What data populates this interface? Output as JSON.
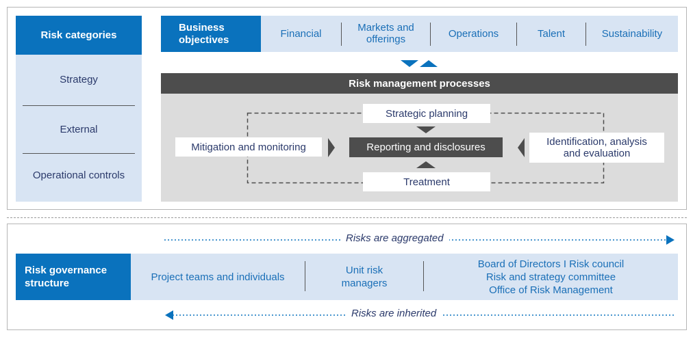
{
  "risk_categories": {
    "title": "Risk categories",
    "items": [
      "Strategy",
      "External",
      "Operational controls"
    ]
  },
  "business_objectives": {
    "title_line1": "Business",
    "title_line2": "objectives",
    "items": [
      {
        "line1": "Financial",
        "line2": ""
      },
      {
        "line1": "Markets and",
        "line2": "offerings"
      },
      {
        "line1": "Operations",
        "line2": ""
      },
      {
        "line1": "Talent",
        "line2": ""
      },
      {
        "line1": "Sustainability",
        "line2": ""
      }
    ]
  },
  "processes": {
    "title": "Risk management processes",
    "strategic_planning": "Strategic planning",
    "mitigation": "Mitigation and monitoring",
    "reporting": "Reporting and disclosures",
    "identification_line1": "Identification, analysis",
    "identification_line2": "and evaluation",
    "treatment": "Treatment"
  },
  "governance": {
    "aggregated_label": "Risks are aggregated",
    "inherited_label": "Risks are inherited",
    "title_line1": "Risk governance",
    "title_line2": "structure",
    "project_teams": "Project teams and individuals",
    "unit_line1": "Unit risk",
    "unit_line2": "managers",
    "board_line1": "Board of Directors I Risk council",
    "board_line2": "Risk and strategy committee",
    "board_line3": "Office of Risk Management"
  },
  "colors": {
    "brand_blue": "#0a72bd",
    "pale_blue": "#d8e4f3",
    "dark_gray": "#4d4d4d",
    "light_gray": "#dcdcdc",
    "text_navy": "#2b3a6b"
  }
}
